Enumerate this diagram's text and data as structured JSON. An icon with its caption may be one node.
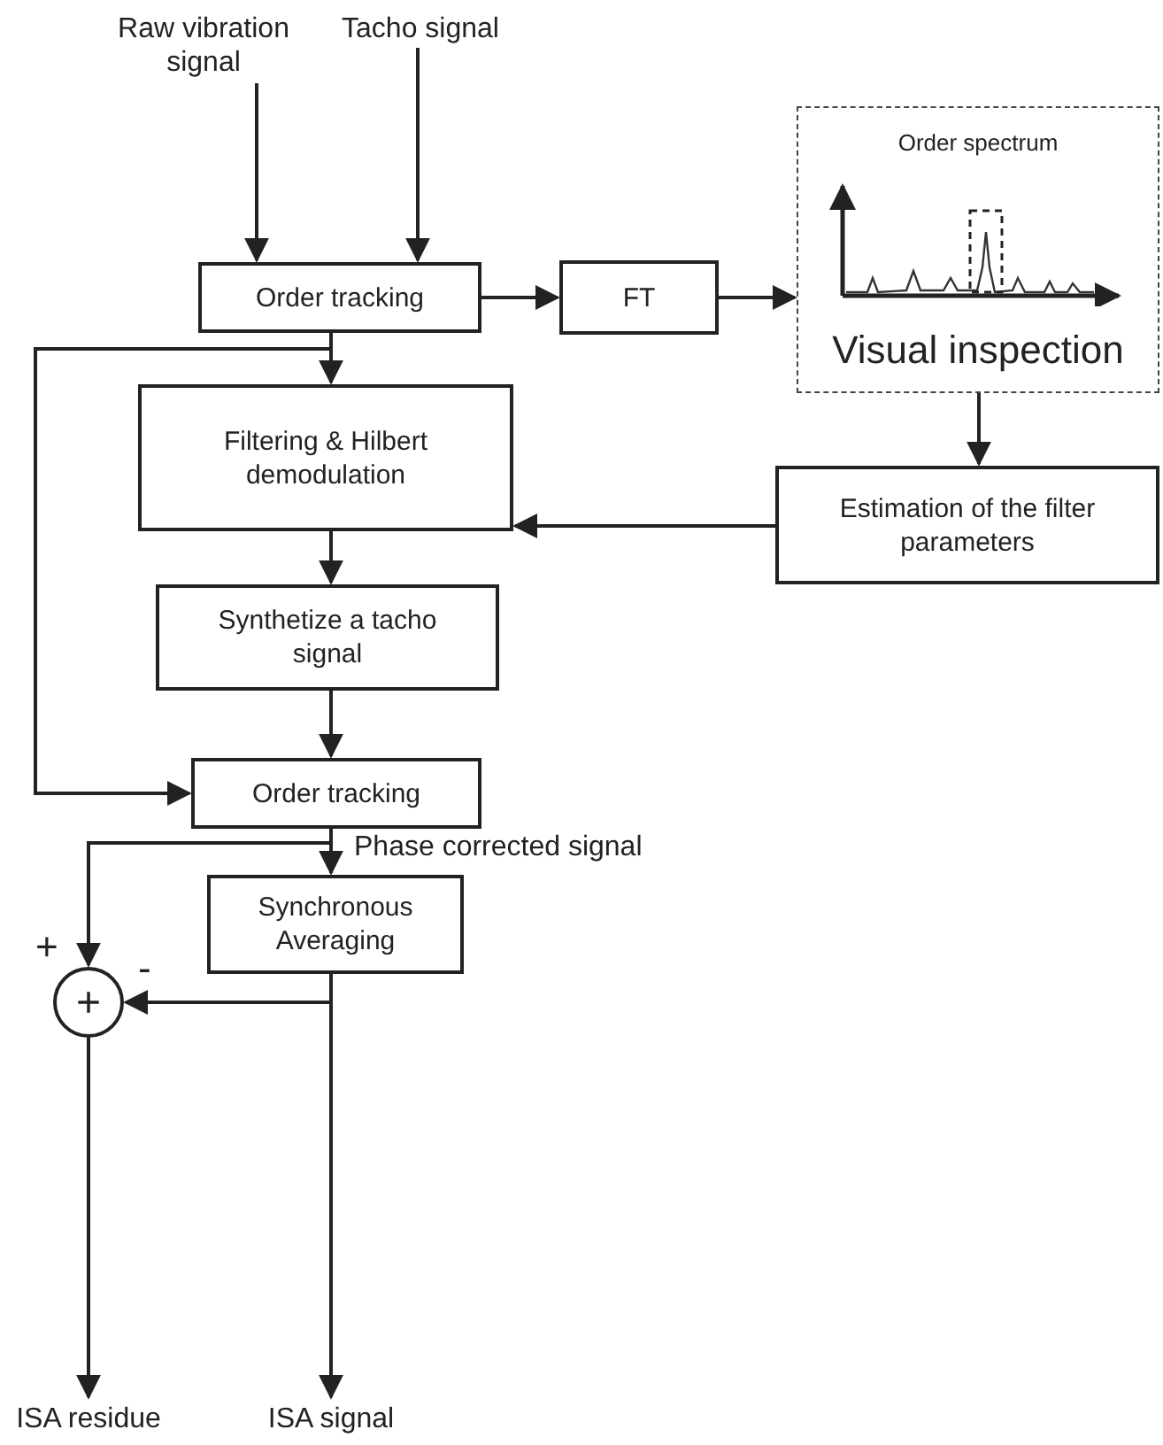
{
  "diagram": {
    "nodes": [
      {
        "text": [
          "Raw vibration signal"
        ]
      },
      {
        "text": [
          "Tacho signal"
        ]
      },
      {
        "text": [
          "Order tracking"
        ]
      },
      {
        "text": [
          "FT"
        ]
      },
      {
        "text": [
          "Order spectrum",
          "Visual inspection"
        ]
      },
      {
        "text": [
          "Filtering & Hilbert demodulation"
        ]
      },
      {
        "text": [
          "Estimation of the filter parameters"
        ]
      },
      {
        "text": [
          "Synthetize a tacho signal"
        ]
      },
      {
        "text": [
          "Order tracking"
        ]
      },
      {
        "text": [
          "Synchronous Averaging"
        ]
      },
      {
        "text": [
          "+"
        ]
      },
      {
        "text": [
          "ISA residue"
        ]
      },
      {
        "text": [
          "ISA signal"
        ]
      }
    ],
    "edges": [
      {
        "from": 0,
        "to": 2,
        "arrow": "to"
      },
      {
        "from": 1,
        "to": 2,
        "arrow": "to"
      },
      {
        "from": 2,
        "to": 3,
        "arrow": "to"
      },
      {
        "from": 3,
        "to": 4,
        "arrow": "to"
      },
      {
        "from": 4,
        "to": 6,
        "arrow": "to"
      },
      {
        "from": 6,
        "to": 5,
        "arrow": "to"
      },
      {
        "from": 2,
        "to": 5,
        "arrow": "to"
      },
      {
        "from": 2,
        "to": 8,
        "arrow": "to"
      },
      {
        "from": 5,
        "to": 7,
        "arrow": "to"
      },
      {
        "from": 7,
        "to": 8,
        "arrow": "to"
      },
      {
        "from": 8,
        "to": 9,
        "label": "Phase corrected signal",
        "arrow": "to"
      },
      {
        "from": 8,
        "to": 10,
        "label": "+",
        "arrow": "to"
      },
      {
        "from": 9,
        "to": 10,
        "label": "-",
        "arrow": "to"
      },
      {
        "from": 9,
        "to": 12,
        "arrow": "to"
      },
      {
        "from": 10,
        "to": 11,
        "arrow": "to"
      }
    ]
  }
}
